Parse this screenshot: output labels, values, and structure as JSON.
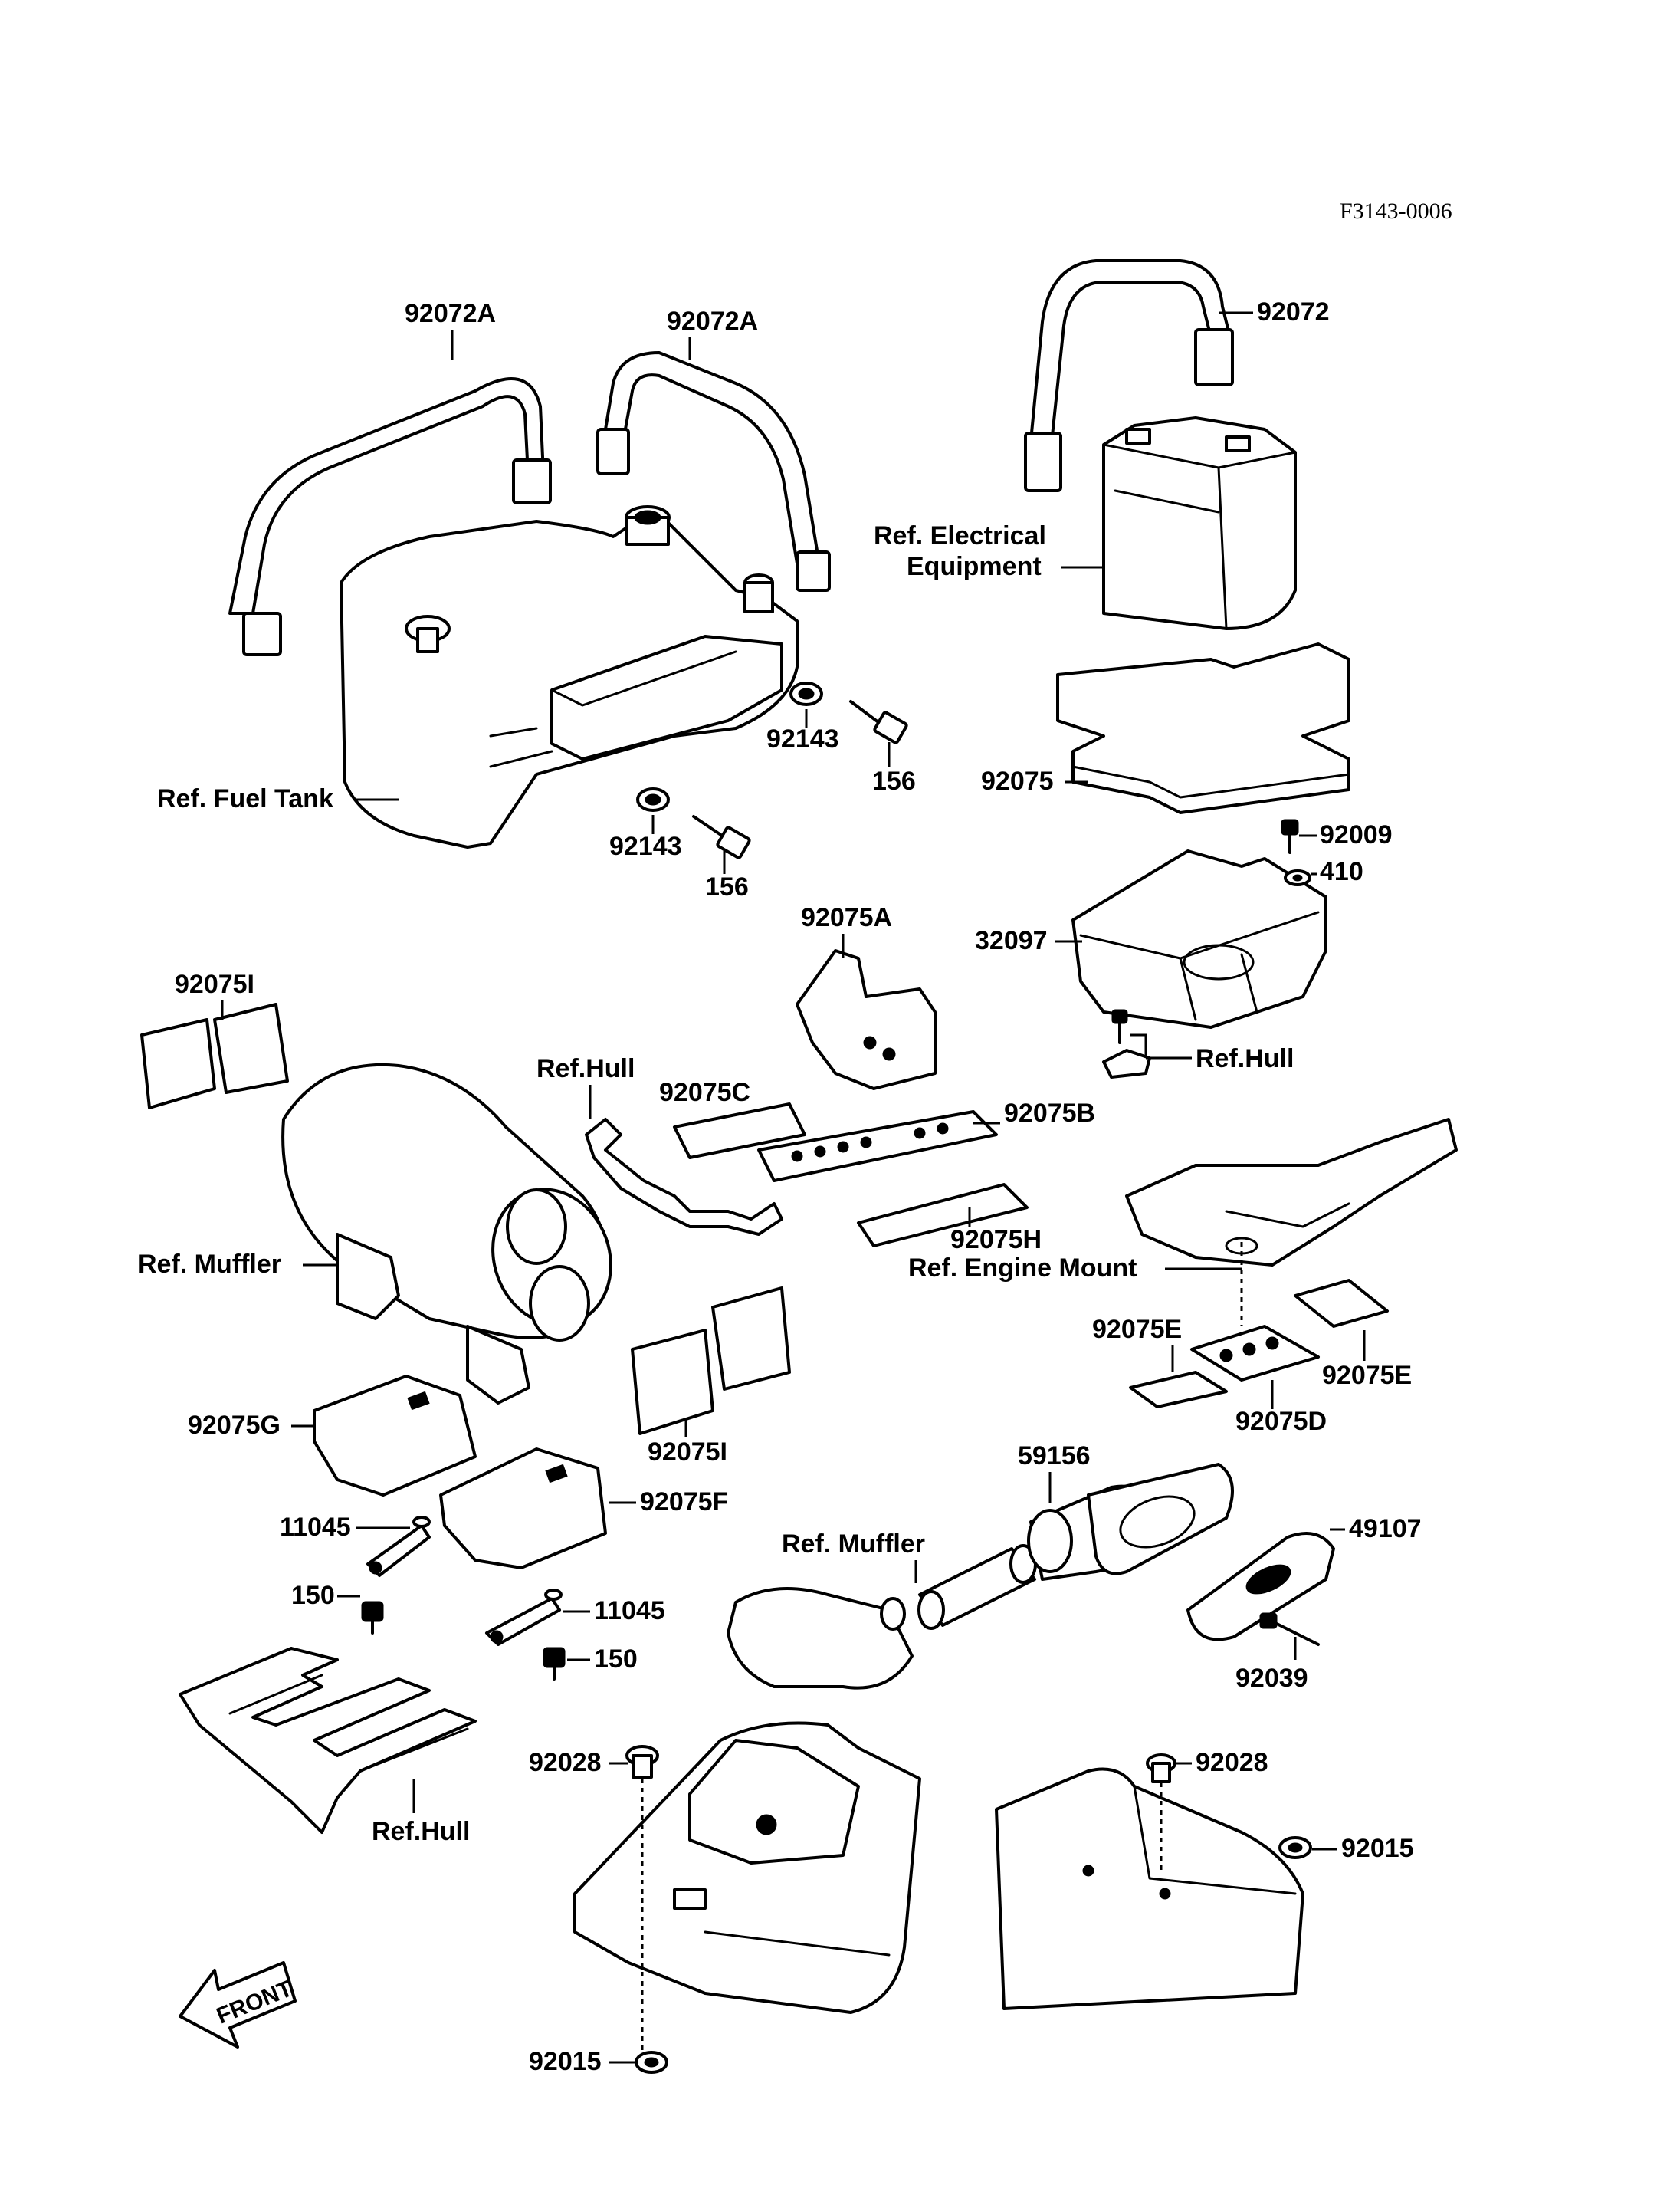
{
  "drawing_code": "F3143-0006",
  "front_label": "FRONT",
  "labels": {
    "strap_92072a_left": "92072A",
    "strap_92072a_right": "92072A",
    "strap_92072": "92072",
    "ref_electrical": "Ref. Electrical",
    "ref_electrical_2": "Equipment",
    "ref_fuel_tank": "Ref. Fuel Tank",
    "p92143_upper": "92143",
    "p156_upper": "156",
    "p92143_lower": "92143",
    "p156_lower": "156",
    "p92075": "92075",
    "p92009": "92009",
    "p410": "410",
    "p32097": "32097",
    "ref_hull_box": "Ref.Hull",
    "p92075A": "92075A",
    "p92075I_upper": "92075I",
    "p92075C": "92075C",
    "ref_hull_bracket": "Ref.Hull",
    "p92075B": "92075B",
    "p92075H": "92075H",
    "ref_engine_mount": "Ref. Engine Mount",
    "ref_muffler_upper": "Ref. Muffler",
    "p92075E_left": "92075E",
    "p92075E_right": "92075E",
    "p92075D": "92075D",
    "p92075I_lower": "92075I",
    "p92075G": "92075G",
    "p59156": "59156",
    "p92075F": "92075F",
    "p11045_upper": "11045",
    "ref_muffler_lower": "Ref. Muffler",
    "p49107": "49107",
    "p150_upper": "150",
    "p11045_lower": "11045",
    "p150_lower": "150",
    "p92039": "92039",
    "ref_hull_frame": "Ref.Hull",
    "p92028_left": "92028",
    "p92028_right": "92028",
    "p92015_right": "92015",
    "p92015_left": "92015"
  }
}
